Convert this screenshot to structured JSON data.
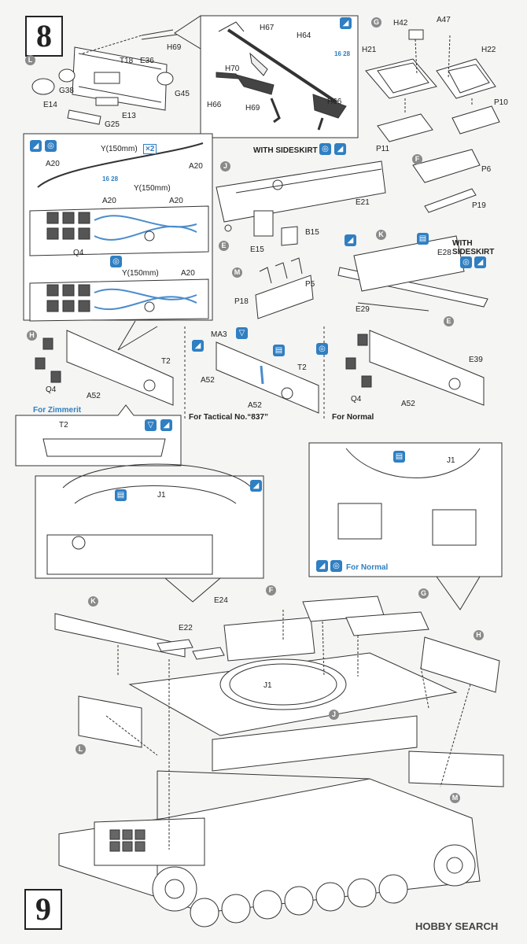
{
  "steps": {
    "step8": "8",
    "step9": "9"
  },
  "step8_top": {
    "L_group": {
      "circle": "L",
      "parts": [
        "E14",
        "G38",
        "T18",
        "E36",
        "G45",
        "E13",
        "G25",
        "H69"
      ]
    },
    "mg_box": {
      "parts": [
        "H67",
        "H64",
        "H70",
        "H69",
        "H66",
        "H66"
      ],
      "note": "16 28"
    },
    "G_group": {
      "circle": "G",
      "parts": [
        "H42",
        "A47",
        "H21",
        "H22",
        "P10",
        "P11"
      ]
    }
  },
  "cable_box": {
    "a20_top": "A20",
    "y150_x2": "Y(150mm)",
    "x2": "×2",
    "a20_right": "A20",
    "note": "16 28",
    "y150_mid": "Y(150mm)",
    "a20_mid_left": "A20",
    "a20_mid_right": "A20",
    "q4": "Q4",
    "y150_low": "Y(150mm)",
    "a20_low": "A20"
  },
  "J_group": {
    "heading": "WITH SIDESKIRT",
    "circle": "J",
    "parts": [
      "E21",
      "E15",
      "B15"
    ],
    "e_circle": "E"
  },
  "F_group": {
    "circle": "F",
    "parts": [
      "P6",
      "P19"
    ]
  },
  "M_group": {
    "circle": "M",
    "parts": [
      "P5",
      "P18"
    ]
  },
  "K_group": {
    "circle": "K",
    "heading": "WITH SIDESKIRT",
    "parts": [
      "E28",
      "E29"
    ],
    "e_circle": "E"
  },
  "H_row": {
    "left": {
      "circle": "H",
      "parts": [
        "Q4",
        "T2",
        "A52"
      ],
      "caption": "For Zimmerit"
    },
    "mid": {
      "parts": [
        "MA3",
        "A52",
        "T2",
        "A52"
      ],
      "caption": "For Tactical No.“837”"
    },
    "right": {
      "parts": [
        "Q4",
        "E39",
        "A52"
      ],
      "caption": "For Normal"
    },
    "inset": {
      "part": "T2"
    }
  },
  "detail_left": {
    "part": "J1"
  },
  "detail_right": {
    "part": "J1",
    "caption": "For Normal"
  },
  "step9": {
    "circles": {
      "K": "K",
      "F": "F",
      "G": "G",
      "H": "H",
      "J": "J",
      "L": "L",
      "M": "M"
    },
    "parts": {
      "e24": "E24",
      "e22": "E22",
      "j1": "J1"
    }
  },
  "watermark": "HOBBY SEARCH"
}
